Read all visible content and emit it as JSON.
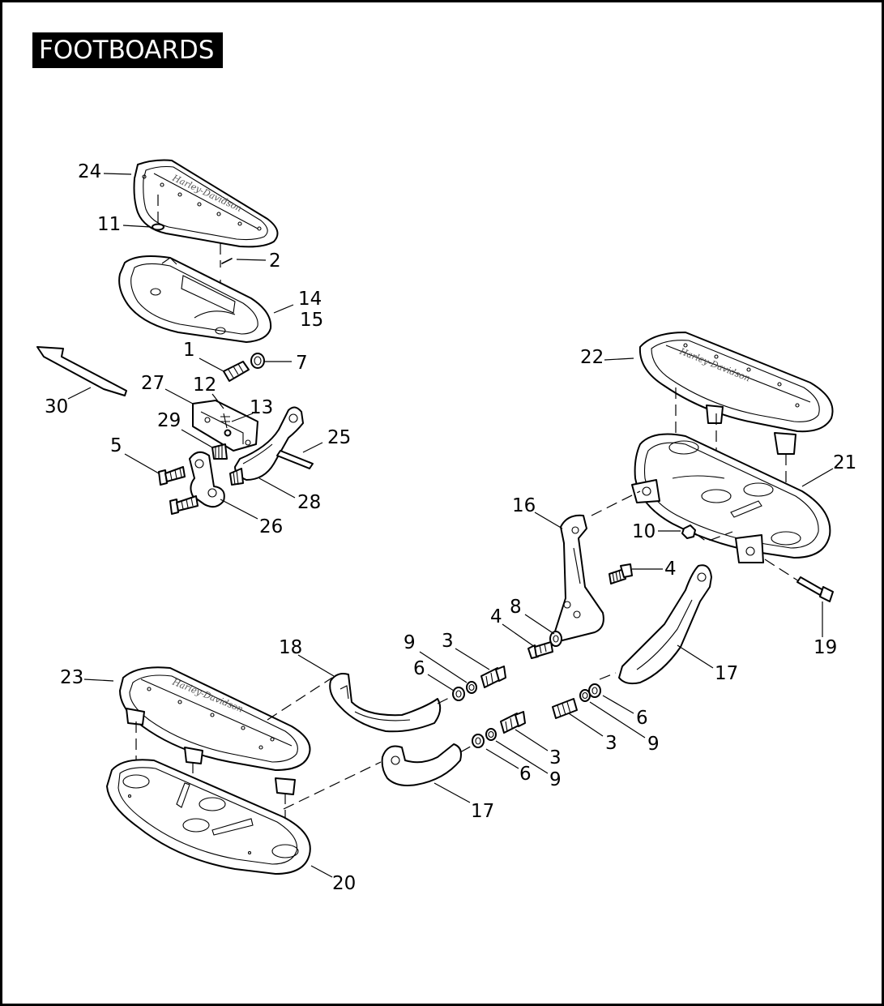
{
  "title": "FOOTBOARDS",
  "callouts": [
    {
      "id": "c24",
      "label": "24"
    },
    {
      "id": "c11",
      "label": "11"
    },
    {
      "id": "c2",
      "label": "2"
    },
    {
      "id": "c14",
      "label": "14"
    },
    {
      "id": "c15",
      "label": "15"
    },
    {
      "id": "c1",
      "label": "1"
    },
    {
      "id": "c7",
      "label": "7"
    },
    {
      "id": "c27",
      "label": "27"
    },
    {
      "id": "c12",
      "label": "12"
    },
    {
      "id": "c13",
      "label": "13"
    },
    {
      "id": "c30",
      "label": "30"
    },
    {
      "id": "c29",
      "label": "29"
    },
    {
      "id": "c25",
      "label": "25"
    },
    {
      "id": "c5",
      "label": "5"
    },
    {
      "id": "c28",
      "label": "28"
    },
    {
      "id": "c26",
      "label": "26"
    },
    {
      "id": "c22",
      "label": "22"
    },
    {
      "id": "c21",
      "label": "21"
    },
    {
      "id": "c16",
      "label": "16"
    },
    {
      "id": "c10",
      "label": "10"
    },
    {
      "id": "c4a",
      "label": "4"
    },
    {
      "id": "c4b",
      "label": "4"
    },
    {
      "id": "c8",
      "label": "8"
    },
    {
      "id": "c19",
      "label": "19"
    },
    {
      "id": "c18",
      "label": "18"
    },
    {
      "id": "c9a",
      "label": "9"
    },
    {
      "id": "c3a",
      "label": "3"
    },
    {
      "id": "c6a",
      "label": "6"
    },
    {
      "id": "c23",
      "label": "23"
    },
    {
      "id": "c17a",
      "label": "17"
    },
    {
      "id": "c6b",
      "label": "6"
    },
    {
      "id": "c3b",
      "label": "3"
    },
    {
      "id": "c9b",
      "label": "9"
    },
    {
      "id": "c3c",
      "label": "3"
    },
    {
      "id": "c6c",
      "label": "6"
    },
    {
      "id": "c9c",
      "label": "9"
    },
    {
      "id": "c17b",
      "label": "17"
    },
    {
      "id": "c20",
      "label": "20"
    }
  ]
}
